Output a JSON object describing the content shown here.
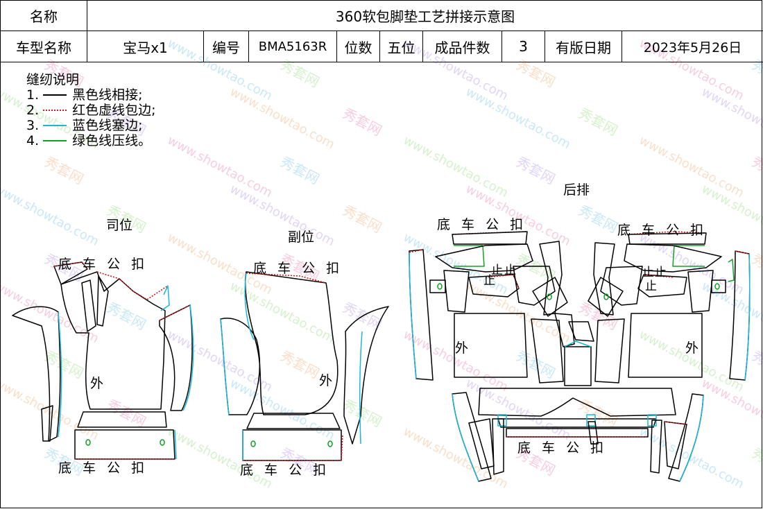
{
  "header": {
    "name_label": "名称",
    "drawing_title": "360软包脚垫工艺拼接示意图",
    "model_label": "车型名称",
    "model_value": "宝马x1",
    "code_label": "编号",
    "code_value": "BMA5163R",
    "seats_label": "位数",
    "seats_value": "五位",
    "pieces_label": "成品件数",
    "pieces_value": "3",
    "date_label": "有版日期",
    "date_value": "2023年5月26日"
  },
  "legend": {
    "title": "缝纫说明",
    "items": [
      {
        "num": "1.",
        "text": "黑色线相接;",
        "color": "#000000",
        "style": "solid"
      },
      {
        "num": "2.",
        "text": "红色虚线包边;",
        "color": "#d01818",
        "style": "dotted"
      },
      {
        "num": "3.",
        "text": "蓝色线塞边;",
        "color": "#19b8d8",
        "style": "solid"
      },
      {
        "num": "4.",
        "text": "绿色线压线。",
        "color": "#12a028",
        "style": "solid"
      }
    ]
  },
  "sections": {
    "driver": "司位",
    "passenger": "副位",
    "rear": "后排"
  },
  "labels": {
    "bottom_snap": "底  车  公  扣",
    "outer": "外",
    "mark": "止"
  },
  "watermark": {
    "brand": "秀套网",
    "url": "www.showtao.com"
  },
  "colors": {
    "black": "#000000",
    "red": "#d01818",
    "blue": "#19b8d8",
    "green": "#12a028"
  }
}
